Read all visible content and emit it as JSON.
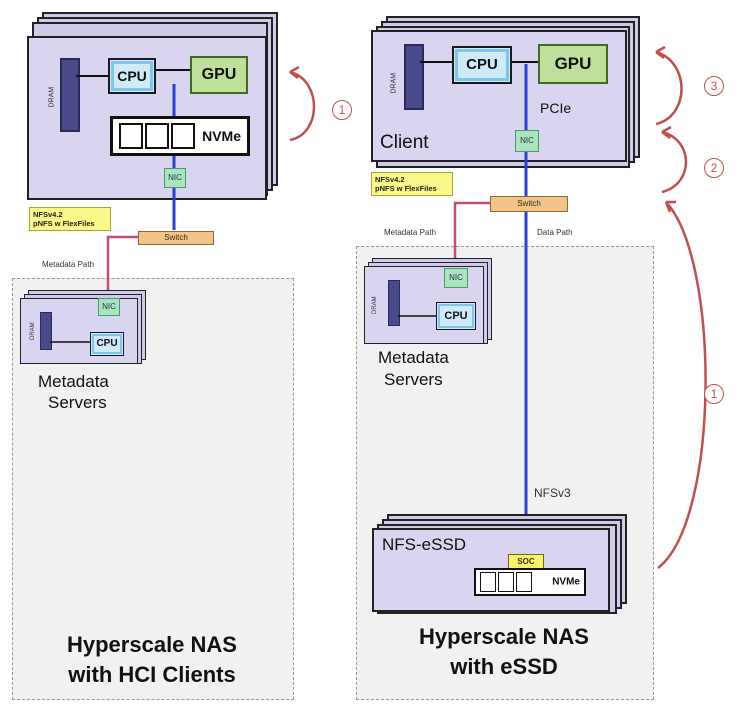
{
  "left": {
    "cpu": "CPU",
    "gpu": "GPU",
    "nvme": "NVMe",
    "nic": "NIC",
    "dram": "DRAM",
    "note_line1": "NFSv4.2",
    "note_line2": "pNFS w FlexFiles",
    "switch": "Switch",
    "metadata_path": "Metadata Path",
    "ms_nic": "NIC",
    "ms_cpu": "CPU",
    "ms_dram": "DRAM",
    "ms_label1": "Metadata",
    "ms_label2": "Servers",
    "title_line1": "Hyperscale NAS",
    "title_line2": "with HCI Clients",
    "step": "1"
  },
  "right": {
    "cpu": "CPU",
    "gpu": "GPU",
    "pcie": "PCIe",
    "client": "Client",
    "nic": "NIC",
    "dram": "DRAM",
    "note_line1": "NFSv4.2",
    "note_line2": "pNFS w FlexFiles",
    "switch": "Switch",
    "metadata_path": "Metadata Path",
    "data_path": "Data Path",
    "ms_nic": "NIC",
    "ms_cpu": "CPU",
    "ms_dram": "DRAM",
    "ms_label1": "Metadata",
    "ms_label2": "Servers",
    "nfsv3": "NFSv3",
    "essd": "NFS-eSSD",
    "soc": "SOC",
    "nvme": "NVMe",
    "title_line1": "Hyperscale NAS",
    "title_line2": "with eSSD",
    "step1": "1",
    "step2": "2",
    "step3": "3"
  },
  "colors": {
    "data_line": "#2a3fd8",
    "metadata_line": "#c0507a",
    "arrow": "#c0504d",
    "node_fill": "#d9d4f0"
  }
}
